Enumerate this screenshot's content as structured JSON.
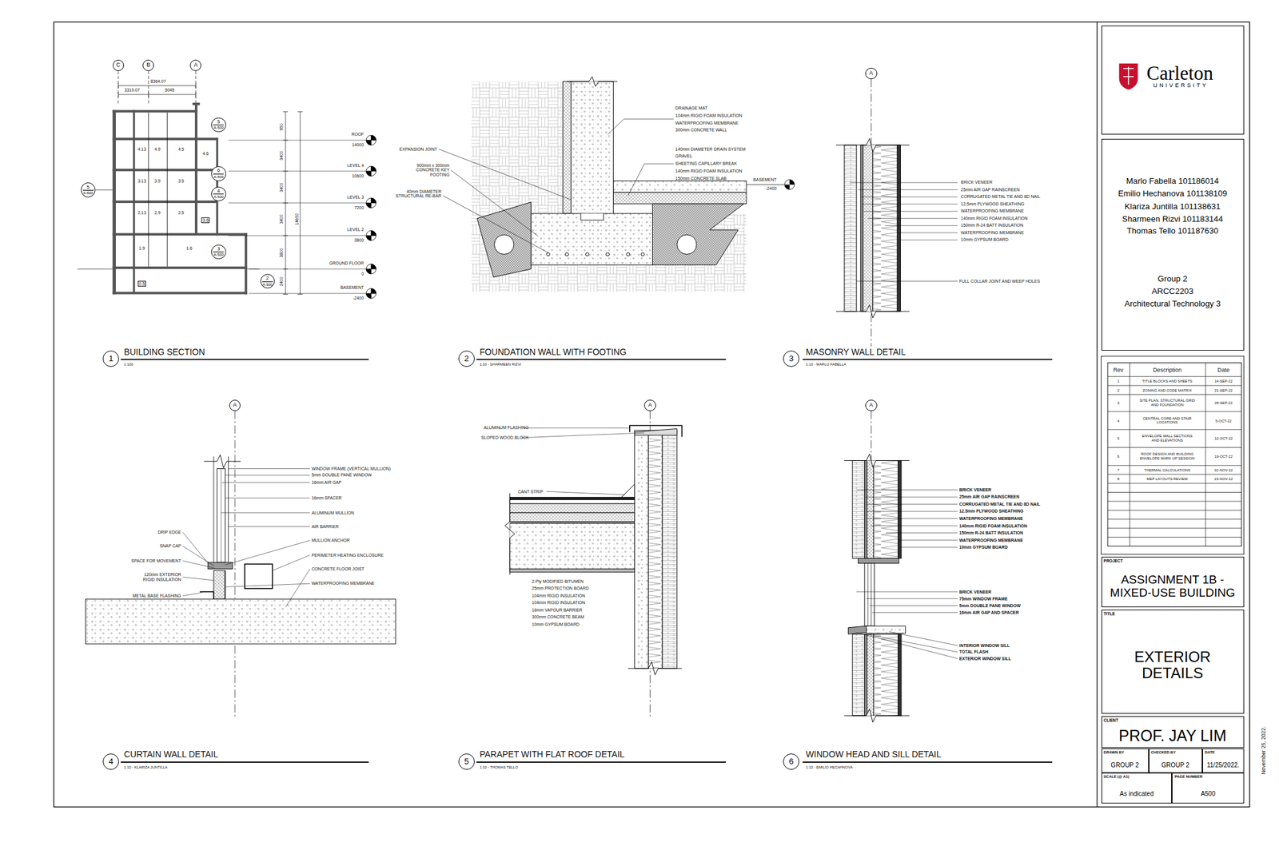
{
  "diagram": {
    "nodes": [
      {
        "text": [
          "C"
        ]
      },
      {
        "text": [
          "B"
        ]
      },
      {
        "text": [
          "A"
        ]
      },
      {
        "text": [
          "5",
          "A-500"
        ]
      },
      {
        "text": [
          "6",
          "A-500"
        ]
      },
      {
        "text": [
          "4",
          "A-500"
        ]
      },
      {
        "text": [
          "5",
          "A-600"
        ]
      },
      {
        "text": [
          "3",
          "A-500"
        ]
      },
      {
        "text": [
          "2",
          "A-500"
        ]
      },
      {
        "text": [
          "1"
        ]
      },
      {
        "text": [
          "2"
        ]
      },
      {
        "text": [
          "A"
        ]
      },
      {
        "text": [
          "3"
        ]
      },
      {
        "text": [
          "A"
        ]
      },
      {
        "text": [
          "4"
        ]
      },
      {
        "text": [
          "A"
        ]
      },
      {
        "text": [
          "5"
        ]
      },
      {
        "text": [
          "A"
        ]
      },
      {
        "text": [
          "6"
        ]
      },
      {
        "text": [
          "Carleton",
          "UNIVERSITY"
        ]
      },
      {
        "text": [
          "Marlo Fabella 101186014",
          "Emilio Hechanova 101138109",
          "Klariza Juntilla 101138631",
          "Sharmeen Rizvi 101183144",
          "Thomas Tello 101187630",
          "Group 2",
          "ARCC2203",
          "Architectural Technology 3"
        ]
      },
      {
        "text": [
          "PROJECT",
          "ASSIGNMENT 1B - MIXED-USE BUILDING"
        ]
      },
      {
        "text": [
          "TITLE",
          "EXTERIOR DETAILS"
        ]
      },
      {
        "text": [
          "CLIENT",
          "PROF. JAY LIM"
        ]
      },
      {
        "text": [
          "DRAWN BY",
          "GROUP 2"
        ]
      },
      {
        "text": [
          "CHECKED BY",
          "GROUP 2"
        ]
      },
      {
        "text": [
          "DATE",
          "11/25/2022."
        ]
      },
      {
        "text": [
          "SCALE (@ A1)",
          "As indicated"
        ]
      },
      {
        "text": [
          "PAGE NUMBER",
          "A500"
        ]
      }
    ],
    "labels": [
      "8364.07",
      "3319.07",
      "5045",
      "4.13",
      "4.9",
      "4.5",
      "4.6",
      "3.13",
      "3.9",
      "3.5",
      "2.13",
      "2.9",
      "2.5",
      "3.6",
      "1.9",
      "1.6",
      "0.5",
      "ROOF",
      "14000",
      "LEVEL 4",
      "10600",
      "LEVEL 3",
      "7200",
      "LEVEL 2",
      "3800",
      "GROUND FLOOR",
      "0",
      "BASEMENT",
      "-2400",
      "950",
      "3400",
      "3400",
      "3400",
      "3800",
      "2400",
      "14650",
      "BUILDING SECTION",
      "1:100",
      "DRAINAGE MAT",
      "104mm RIGID FOAM INSULATION",
      "WATERPROOFING MEMBRANE",
      "300mm CONCRETE WALL",
      "140mm DIAMETER DRAIN SYSTEM",
      "GRAVEL",
      "SHEETING CAPILLARY BREAK",
      "140mm RIGID FOAM INSULATION",
      "150mm CONCRETE SLAB",
      "EXPANSION JOINT",
      "900mm x 300mm CONCRETE KEY FOOTING",
      "40mm DIAMETER STRUCTURAL RE-BAR",
      "BASEMENT",
      "-2400",
      "FOUNDATION WALL WITH FOOTING",
      "1:10 - SHARMEEN RIZVI",
      "BRICK VENEER",
      "25mm AIR GAP RAINSCREEN",
      "CORRUGATED METAL TIE AND 8D NAIL",
      "12.5mm PLYWOOD SHEATHING",
      "WATERPROOFING MEMBRANE",
      "140mm RIGID FOAM INSULATION",
      "150mm R-24 BATT INSULATION",
      "WATERPROOFING MEMBRANE",
      "10mm GYPSUM BOARD",
      "FULL COLLAR JOINT AND WEEP HOLES",
      "MASONRY WALL DETAIL",
      "1:10 - MARLO FABELLA",
      "WINDOW FRAME (VERTICAL MULLION)",
      "5mm DOUBLE PANE WINDOW",
      "16mm AIR GAP",
      "16mm SPACER",
      "ALUMINUM MULLION",
      "AIR BARRIER",
      "MULLION ANCHOR",
      "PERIMETER HEATING ENCLOSURE",
      "CONCRETE FLOOR JOIST",
      "WATERPROOFING MEMBRANE",
      "DRIP EDGE",
      "SNAP CAP",
      "SPACE FOR MOVEMENT",
      "120mm EXTERIOR RIGID INSULATION",
      "METAL BASE FLASHING",
      "CURTAIN WALL DETAIL",
      "1:10 - KLARIZA JUNTILLA",
      "ALUMINUM FLASHING",
      "SLOPED WOOD BLOCK",
      "CANT STRIP",
      "2-Ply MODIFIED BITUMEN",
      "25mm PROTECTION BOARD",
      "104mm RIGID INSULATION",
      "104mm RIGID INSULATION",
      "16mm VAPOUR BARRIER",
      "300mm CONCRETE BEAM",
      "10mm GYPSUM BOARD",
      "PARAPET WITH FLAT ROOF DETAIL",
      "1:10 - THOMAS TELLO",
      "BRICK VENEER",
      "25mm AIR GAP RAINSCREEN",
      "CORRUGATED METAL TIE AND 8D NAIL",
      "12.5mm PLYWOOD SHEATHING",
      "WATERPROOFING MEMBRANE",
      "140mm RIGID FOAM INSULATION",
      "150mm R-24 BATT INSULATION",
      "WATERPROOFING MEMBRANE",
      "10mm GYPSUM BOARD",
      "BRICK VENEER",
      "75mm WINDOW FRAME",
      "5mm DOUBLE PANE WINDOW",
      "16mm AIR GAP AND SPACER",
      "INTERIOR WINDOW SILL",
      "TOTAL FLASH",
      "EXTERIOR WINDOW SILL",
      "WINDOW HEAD AND SILL DETAIL",
      "1:10 - EMILIO HECAHNOVA",
      "Rev",
      "Description",
      "Date",
      "1",
      "TITLE BLOCKS AND SHEETS",
      "14-SEP-22",
      "2",
      "ZONING AND CODE MATRIX",
      "21-SEP-22",
      "3",
      "SITE PLAN, STRUCTURAL GRID AND FOUNDATION",
      "28-SEP-22",
      "4",
      "CENTRAL CORE AND STAIR LOCATIONS",
      "5-OCT-22",
      "5",
      "ENVELOPE WALL SECTIONS AND ELEVATIONS",
      "12-OCT-22",
      "6",
      "ROOF DESIGN AND BUILDING ENVELOPE MARK UP SESSION",
      "19-OCT-22",
      "7",
      "THERMAL CALCULATIONS",
      "02-NOV-22",
      "8",
      "MEP LAYOUTS REVIEW",
      "23-NOV-22",
      "November 25, 2022."
    ]
  }
}
